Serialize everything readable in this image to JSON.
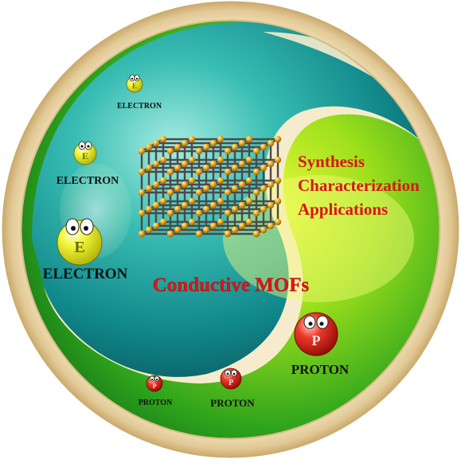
{
  "labels": {
    "electron": "ELECTRON",
    "proton": "PROTON",
    "particle_letter_electron": "E",
    "particle_letter_proton": "P"
  },
  "topics": {
    "line1": "Synthesis",
    "line2": "Characterization",
    "line3": "Applications"
  },
  "title": "Conductive MOFs",
  "colors": {
    "rim_outer": "#e6d2a4",
    "rim_inner": "#d9bf86",
    "teal_dark": "#0b6f74",
    "teal_mid": "#1aa6a2",
    "teal_light": "#7fd9cf",
    "green_dark": "#1f8f1e",
    "green_light": "#c8f01a",
    "cream": "#f8f1d2",
    "title_red": "#e01515",
    "electron_yellow": "#eef52a",
    "proton_red": "#e8281c",
    "node_gold": "#e6a41c",
    "strut_gray": "#4a4a4a"
  }
}
